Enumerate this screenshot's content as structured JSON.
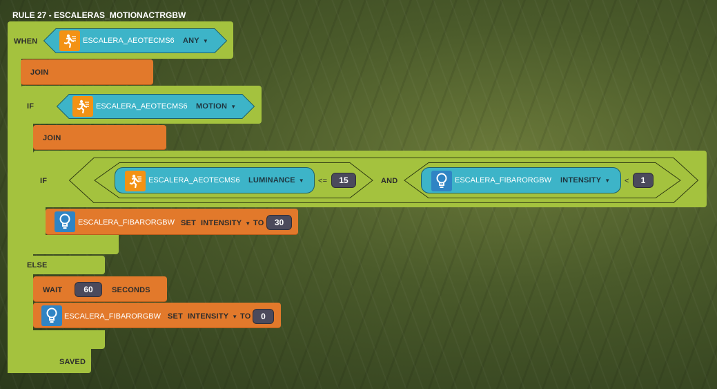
{
  "title": "RULE 27 - ESCALERAS_MOTIONACTRGBW",
  "when": {
    "label": "WHEN",
    "device": "ESCALERA_AEOTECMS6",
    "property": "ANY"
  },
  "join1": "JOIN",
  "if1": {
    "label": "IF",
    "device": "ESCALERA_AEOTECMS6",
    "property": "MOTION"
  },
  "join2": "JOIN",
  "if2": {
    "label": "IF",
    "cond1": {
      "device": "ESCALERA_AEOTECMS6",
      "property": "LUMINANCE",
      "operator": "<=",
      "value": "15"
    },
    "and_label": "AND",
    "cond2": {
      "device": "ESCALERA_FIBARORGBW",
      "property": "INTENSITY",
      "operator": "<",
      "value": "1"
    }
  },
  "action1": {
    "device": "ESCALERA_FIBARORGBW",
    "set": "SET",
    "property": "INTENSITY",
    "to": "TO",
    "value": "30"
  },
  "else_label": "ELSE",
  "wait": {
    "label": "WAIT",
    "value": "60",
    "unit": "SECONDS"
  },
  "action2": {
    "device": "ESCALERA_FIBARORGBW",
    "set": "SET",
    "property": "INTENSITY",
    "to": "TO",
    "value": "0"
  },
  "status": "SAVED",
  "colors": {
    "rule_green": "#a4c23e",
    "action_orange": "#e2792b",
    "device_cyan": "#3db4c8",
    "value_dark": "#4b4a5c"
  }
}
